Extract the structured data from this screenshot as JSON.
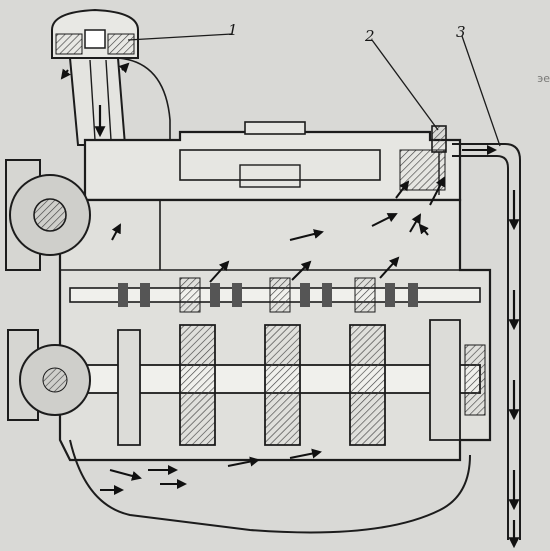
{
  "labels": {
    "callout_1": "1",
    "callout_2": "2",
    "callout_3": "3"
  },
  "colors": {
    "ink": "#1c1c1c",
    "paper": "#d9d9d6",
    "hatch": "#444444"
  },
  "margin_text": "эе"
}
